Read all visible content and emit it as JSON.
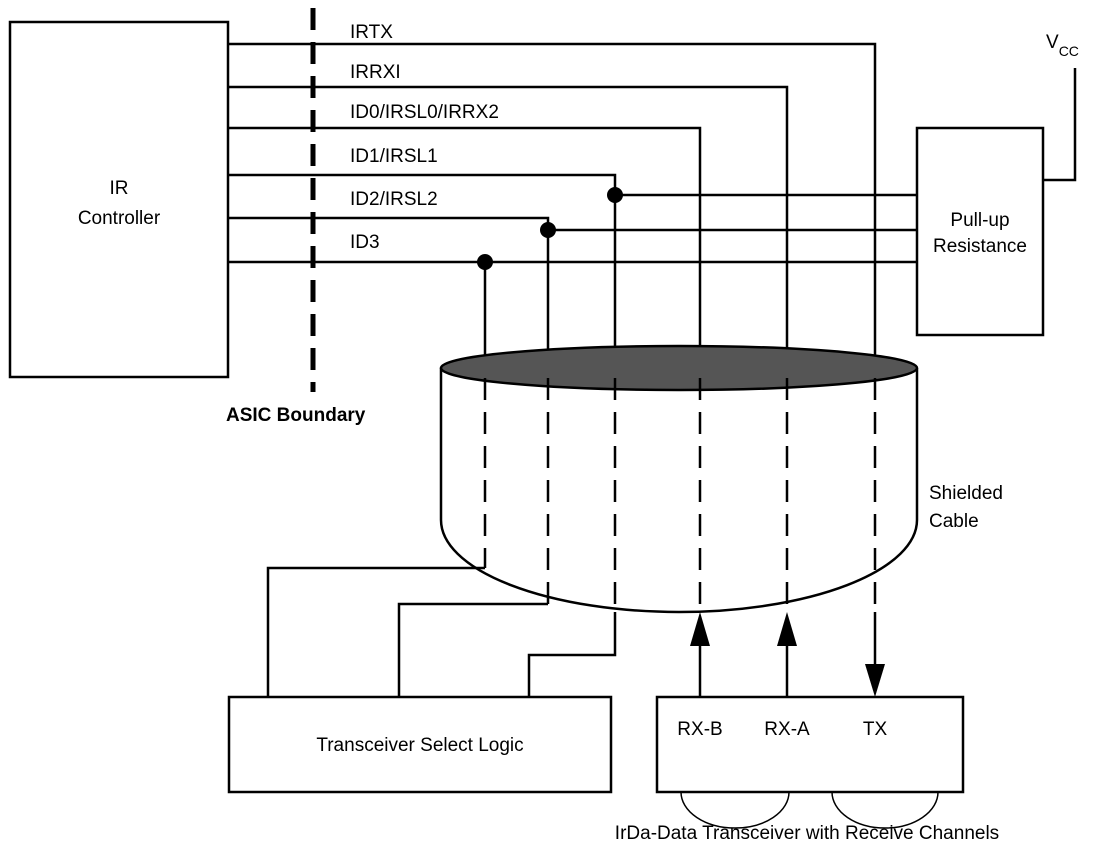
{
  "signals": {
    "irtx": "IRTX",
    "irrxi": "IRRXI",
    "id0": "ID0/IRSL0/IRRX2",
    "id1": "ID1/IRSL1",
    "id2": "ID2/IRSL2",
    "id3": "ID3"
  },
  "blocks": {
    "ir_controller_line1": "IR",
    "ir_controller_line2": "Controller",
    "pullup_line1": "Pull-up",
    "pullup_line2": "Resistance",
    "transceiver_select": "Transceiver Select Logic",
    "transceiver_caption": "IrDa-Data Transceiver with Receive Channels"
  },
  "pins": {
    "rxb": "RX-B",
    "rxa": "RX-A",
    "tx": "TX"
  },
  "annotations": {
    "asic_boundary": "ASIC Boundary",
    "shielded_line1": "Shielded",
    "shielded_line2": "Cable",
    "vcc_main": "V",
    "vcc_sub": "CC"
  },
  "colors": {
    "line": "#000000",
    "cable_top": "#555555"
  }
}
